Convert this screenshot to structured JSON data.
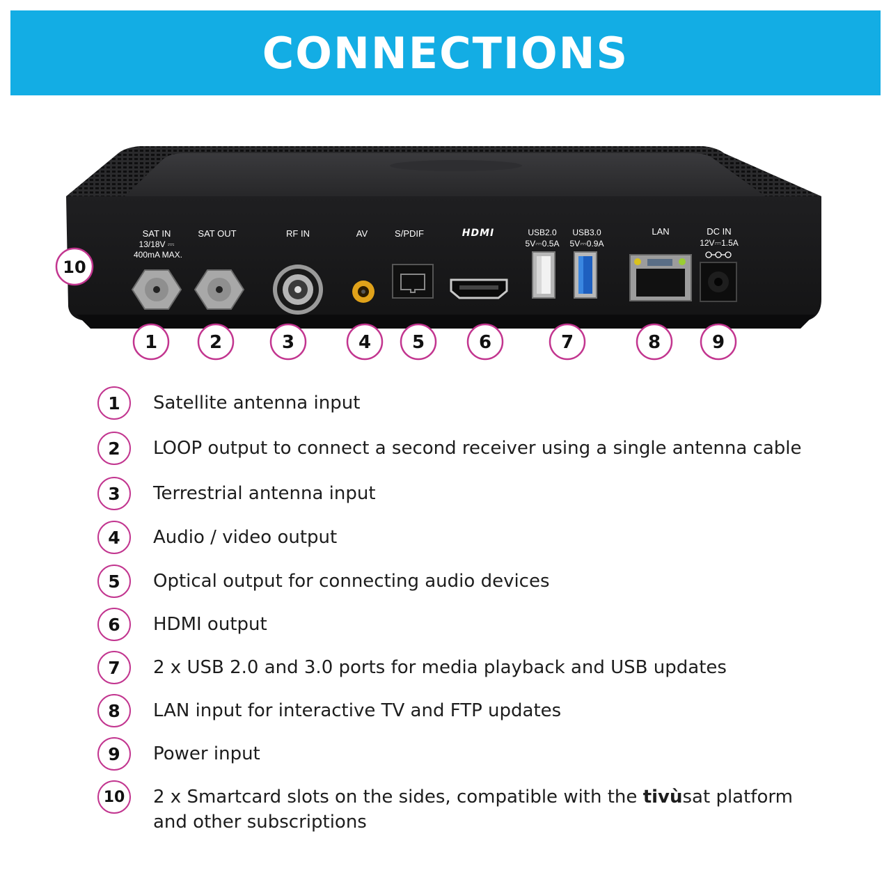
{
  "header": {
    "title": "CONNECTIONS"
  },
  "colors": {
    "banner": "#13ade4",
    "badge_border": "#c2358f",
    "device": "#1a1a1c"
  },
  "ports": {
    "sat_in": {
      "line1": "SAT IN",
      "line2": "13/18V ⎓",
      "line3": "400mA MAX."
    },
    "sat_out": "SAT OUT",
    "rf_in": "RF IN",
    "av": "AV",
    "spdif": "S/PDIF",
    "hdmi": "HDMI",
    "usb20": {
      "line1": "USB2.0",
      "line2": "5V⎓0.5A"
    },
    "usb30": {
      "line1": "USB3.0",
      "line2": "5V⎓0.9A"
    },
    "lan": "LAN",
    "dc_in": {
      "line1": "DC IN",
      "line2": "12V⎓1.5A"
    }
  },
  "callouts": [
    "1",
    "2",
    "3",
    "4",
    "5",
    "6",
    "7",
    "8",
    "9",
    "10"
  ],
  "legend": [
    {
      "num": "1",
      "text": "Satellite antenna input"
    },
    {
      "num": "2",
      "text": "LOOP output to connect a second receiver using a single antenna cable"
    },
    {
      "num": "3",
      "text": "Terrestrial antenna input"
    },
    {
      "num": "4",
      "text": "Audio / video output"
    },
    {
      "num": "5",
      "text": "Optical output for connecting audio devices"
    },
    {
      "num": "6",
      "text": "HDMI output"
    },
    {
      "num": "7",
      "text": "2 x USB 2.0 and 3.0 ports for media playback and USB updates"
    },
    {
      "num": "8",
      "text": "LAN input for interactive TV and FTP updates"
    },
    {
      "num": "9",
      "text": "Power input"
    },
    {
      "num": "10",
      "text_a": "2 x Smartcard slots on the sides, compatible with the ",
      "brand_bold": "tivù",
      "brand_rest": "sat",
      "text_b": " platform",
      "text_c": "and other subscriptions"
    }
  ]
}
